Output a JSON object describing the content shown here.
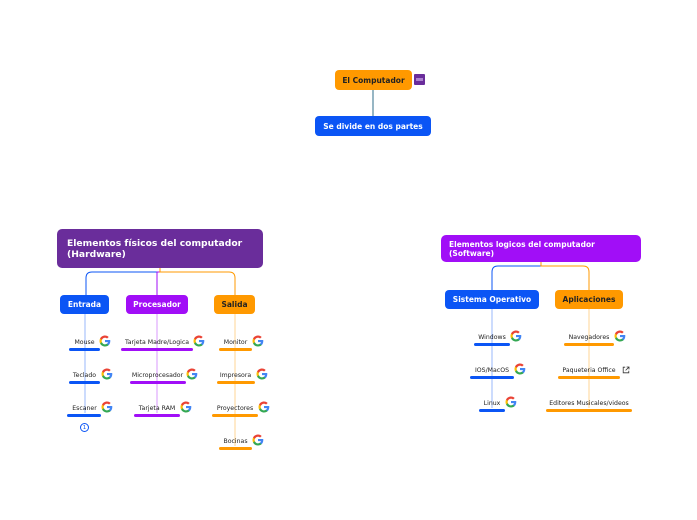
{
  "colors": {
    "orange": "#ff9900",
    "blue": "#0b55f5",
    "purple": "#a10ef7",
    "dark_purple": "#6a2d9b",
    "line_teal": "#2f6e8a"
  },
  "root": {
    "label": "El Computador",
    "badge_icon": "mindmap-image-icon"
  },
  "divides": {
    "label": "Se divide en dos partes"
  },
  "hardware": {
    "label": "Elementos físicos del computador (Hardware)",
    "groups": [
      {
        "label": "Entrada",
        "items": [
          "Mouse",
          "Teclado",
          "Escaner"
        ]
      },
      {
        "label": "Procesador",
        "items": [
          "Tarjeta Madre/Logica",
          "Microprocesador",
          "Tarjeta RAM"
        ]
      },
      {
        "label": "Salida",
        "items": [
          "Monitor",
          "Impresora",
          "Proyectores",
          "Bocinas"
        ]
      }
    ],
    "more_badge": "1"
  },
  "software": {
    "label": "Elementos logicos del computador (Software)",
    "groups": [
      {
        "label": "Sistema Operativo",
        "items": [
          "Windows",
          "IOS/MacOS",
          "Linux"
        ]
      },
      {
        "label": "Aplicaciones",
        "items": [
          "Navegadores",
          "Paqueteria Office",
          "Editores Musicales/videos"
        ]
      }
    ]
  },
  "icons": {
    "search": "google-g-icon",
    "link": "external-link-icon"
  }
}
